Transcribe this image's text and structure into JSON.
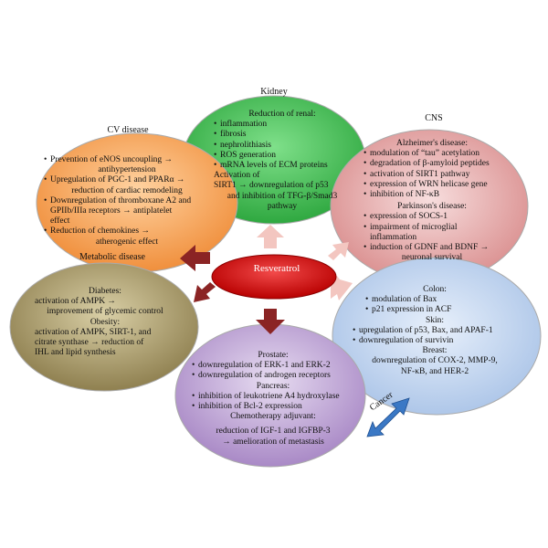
{
  "center": "Resveratrol",
  "kidney": {
    "title": "Kidney",
    "heading": "Reduction of renal:",
    "items": [
      "inflammation",
      "fibrosis",
      "nephrolithiasis",
      "ROS generation",
      "mRNA levels of ECM proteins"
    ],
    "extra1": "Activation of",
    "extra2": "SIRT1 → downregulation of p53",
    "extra3": "and inhibition of TFG-β/Smad3",
    "extra4": "pathway",
    "fill": "#3fbf4f"
  },
  "cv": {
    "title": "CV disease",
    "i1a": "Prevention of eNOS uncoupling →",
    "i1b": "antihypertension",
    "i2a": "Upregulation of PGC-1 and PPARα →",
    "i2b": "reduction of cardiac remodeling",
    "i3a": "Downregulation of thromboxane A2 and",
    "i3b": "GPIIb/IIIa receptors → antiplatelet",
    "i3c": "effect",
    "i4a": "Reduction of chemokines →",
    "i4b": "atherogenic effect",
    "fill": "#f5a55a"
  },
  "cns": {
    "title": "CNS",
    "alz_heading": "Alzheimer's disease:",
    "alz_items": [
      "modulation of “tau” acetylation",
      "degradation of β-amyloid peptides",
      "activation of SIRT1 pathway",
      "expression of WRN helicase gene",
      "inhibition of NF-κB"
    ],
    "park_heading": "Parkinson's disease:",
    "park_items": [
      "expression of SOCS-1",
      "impairment of microglial inflammation"
    ],
    "park_i3a": "induction of GDNF and BDNF →",
    "park_i3b": "neuronal survival",
    "fill": "#e5a3a3"
  },
  "metabolic": {
    "title": "Metabolic disease",
    "diab_heading": "Diabetes:",
    "diab_1": "activation of AMPK →",
    "diab_2": "improvement of glycemic control",
    "obes_heading": "Obesity:",
    "obes_1": "activation of AMPK, SIRT-1, and",
    "obes_2": "citrate synthase → reduction of",
    "obes_3": "IHL and lipid synthesis",
    "fill": "#a89b6b"
  },
  "cancer_right": {
    "colon_heading": "Colon:",
    "colon_items": [
      "modulation of Bax",
      "p21 expression in ACF"
    ],
    "skin_heading": "Skin:",
    "skin_items": [
      "upregulation of p53, Bax, and APAF-1",
      "downregulation of survivin"
    ],
    "breast_heading": "Breast:",
    "breast_1": "downregulation of COX-2, MMP-9,",
    "breast_2": "NF-κB, and HER-2",
    "fill": "#bcd1ee"
  },
  "cancer_bottom": {
    "prostate_heading": "Prostate:",
    "prostate_items": [
      "downregulation of ERK-1 and ERK-2",
      "downregulation of androgen receptors"
    ],
    "pancreas_heading": "Pancreas:",
    "pancreas_items": [
      "inhibition of leukotriene A4 hydroxylase",
      "inhibition of Bcl-2 expression"
    ],
    "chemo_heading": "Chemotherapy adjuvant:",
    "chemo_1": "reduction of IGF-1 and IGFBP-3",
    "chemo_2": "→ amelioration of metastasis",
    "fill": "#c0a6d6"
  },
  "cancer_label": "Cancer",
  "colors": {
    "arrow_light": "#f3c6c0",
    "arrow_dark": "#8b2424",
    "center_red": "#d40d0d",
    "double_arrow": "#3a78c5"
  }
}
